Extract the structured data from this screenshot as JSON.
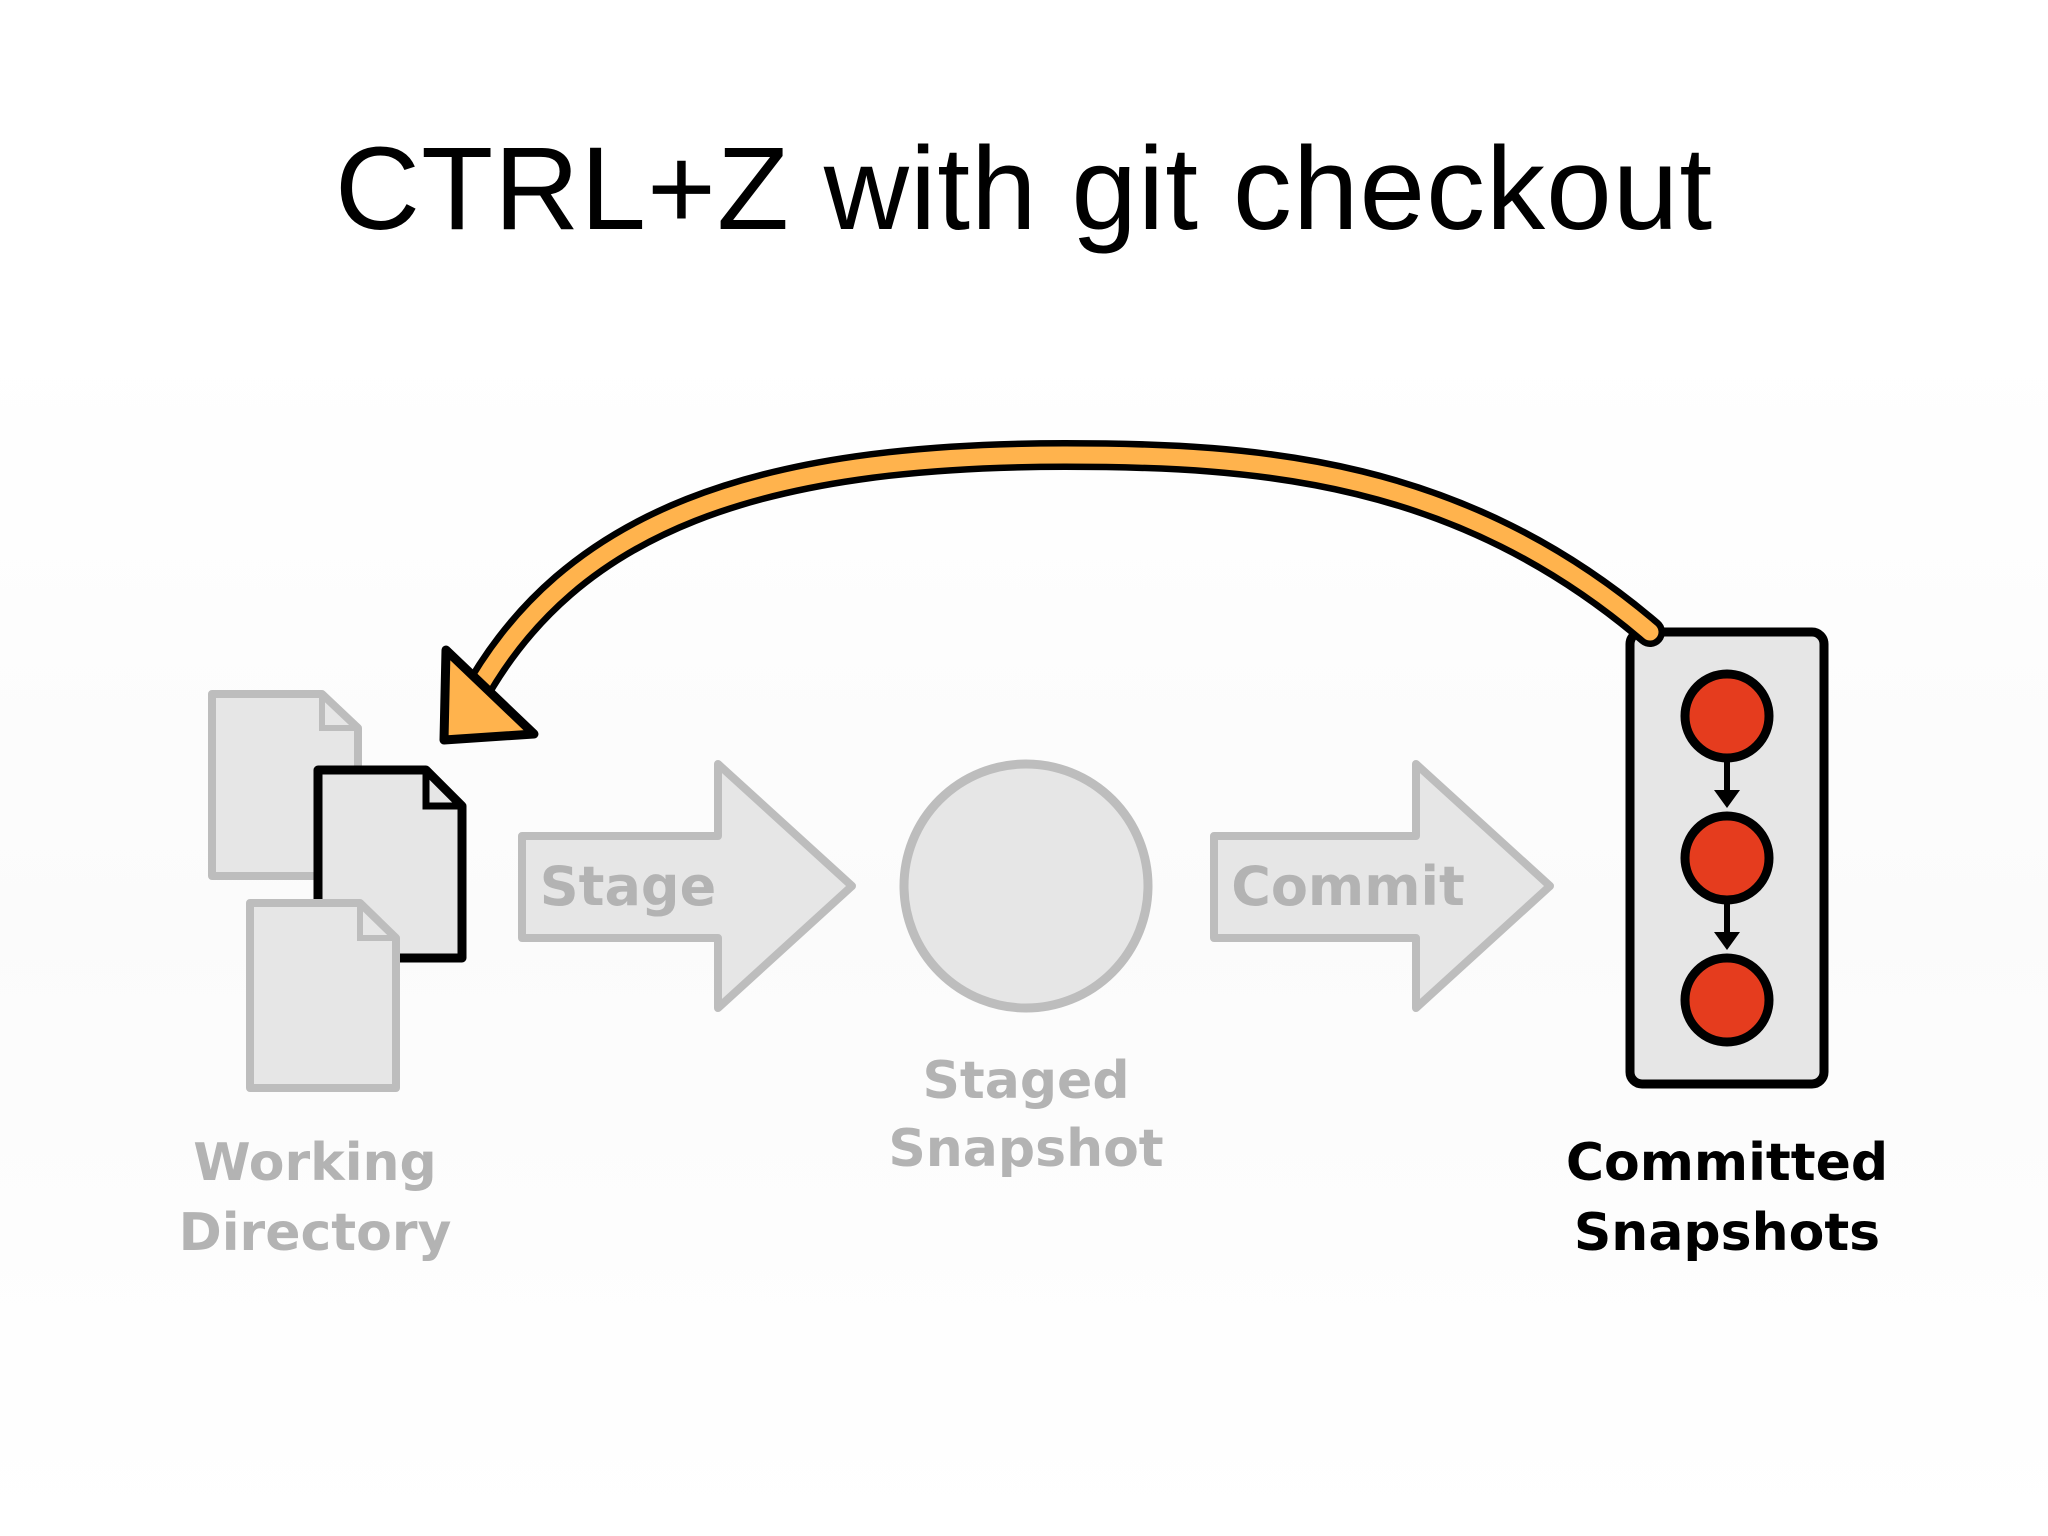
{
  "title": "CTRL+Z with git checkout",
  "nodes": {
    "working_directory": {
      "line1": "Working",
      "line2": "Directory"
    },
    "staged_snapshot": {
      "line1": "Staged",
      "line2": "Snapshot"
    },
    "committed_snapshots": {
      "line1": "Committed",
      "line2": "Snapshots"
    }
  },
  "arrows": {
    "stage": "Stage",
    "commit": "Commit"
  },
  "colors": {
    "faded_fill": "#e6e6e6",
    "faded_stroke": "#bdbdbd",
    "faded_text": "#b3b3b3",
    "active_stroke": "#000000",
    "commit_dot": "#e53c1e",
    "checkout_arrow": "#ffb34d"
  }
}
